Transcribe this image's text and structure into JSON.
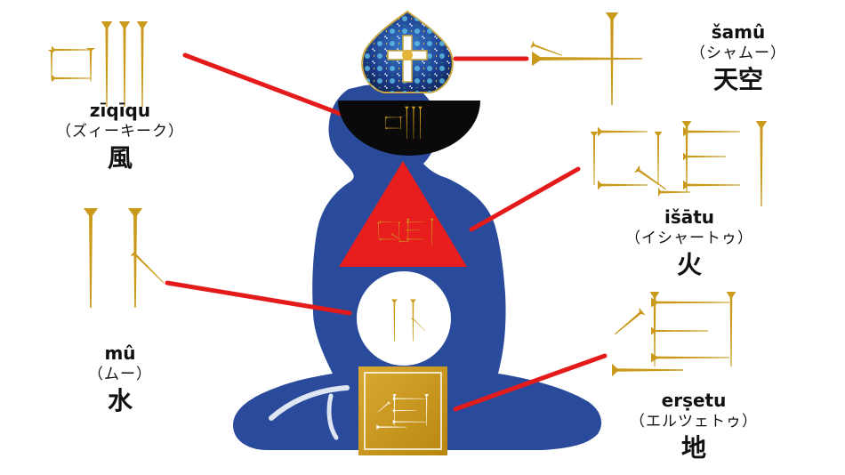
{
  "colors": {
    "gold": "#c99a1c",
    "body_blue": "#2a4a9b",
    "connector_red": "#e41b1b",
    "fire_red": "#e81d1d",
    "bowl_black": "#0a0a0a",
    "earth_gold": "#c9961a"
  },
  "elements": [
    {
      "id": "wind",
      "transliteration": "zīqīqu",
      "kana": "（ズィーキーク）",
      "kanji": "風"
    },
    {
      "id": "water",
      "transliteration": "mû",
      "kana": "（ムー）",
      "kanji": "水"
    },
    {
      "id": "sky",
      "transliteration": "šamû",
      "kana": "（シャムー）",
      "kanji": "天空"
    },
    {
      "id": "fire",
      "transliteration": "išātu",
      "kana": "（イシャートゥ）",
      "kanji": "火"
    },
    {
      "id": "earth",
      "transliteration": "erṣetu",
      "kana": "（エルツェトゥ）",
      "kanji": "地"
    }
  ],
  "icons": {
    "sky_orb": "ornamental-cross-orb-icon",
    "body": "seated-meditation-figure"
  }
}
